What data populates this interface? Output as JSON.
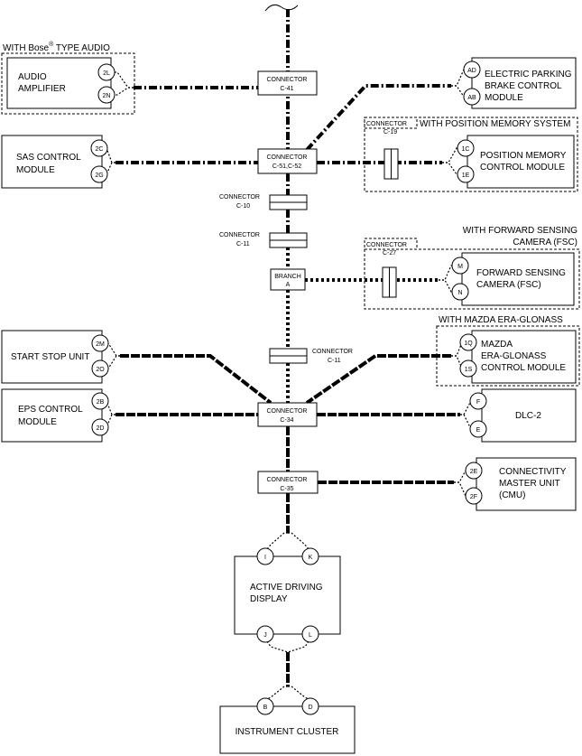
{
  "opts": {
    "bose": "WITH Bose",
    "bose_reg": "®",
    "bose_rest": " TYPE AUDIO",
    "pos_mem": "WITH POSITION MEMORY SYSTEM",
    "fsc1": "WITH FORWARD SENSING",
    "fsc2": "CAMERA (FSC)",
    "era": "WITH MAZDA ERA-GLONASS"
  },
  "modules": {
    "audio": [
      "AUDIO",
      "AMPLIFIER"
    ],
    "epb": [
      "ELECTRIC PARKING",
      "BRAKE CONTROL",
      "MODULE"
    ],
    "sas": [
      "SAS CONTROL",
      "MODULE"
    ],
    "pmem": [
      "POSITION MEMORY",
      "CONTROL MODULE"
    ],
    "fsc": [
      "FORWARD SENSING",
      "CAMERA (FSC)"
    ],
    "ssu": [
      "START STOP UNIT"
    ],
    "era": [
      "MAZDA",
      "ERA-GLONASS",
      "CONTROL MODULE"
    ],
    "eps": [
      "EPS CONTROL",
      "MODULE"
    ],
    "dlc": [
      "DLC-2"
    ],
    "cmu": [
      "CONNECTIVITY",
      "MASTER UNIT",
      "(CMU)"
    ],
    "add": [
      "ACTIVE DRIVING",
      "DISPLAY"
    ],
    "ic": [
      "INSTRUMENT CLUSTER"
    ]
  },
  "pins": {
    "audio": [
      "2L",
      "2N"
    ],
    "epb": [
      "AD",
      "AB"
    ],
    "sas": [
      "2C",
      "2G"
    ],
    "pmem": [
      "1C",
      "1E"
    ],
    "fsc": [
      "M",
      "N"
    ],
    "ssu": [
      "2M",
      "2O"
    ],
    "era": [
      "1Q",
      "1S"
    ],
    "eps": [
      "2B",
      "2D"
    ],
    "dlc": [
      "F",
      "E"
    ],
    "cmu": [
      "2E",
      "2F"
    ],
    "add_top": [
      "I",
      "K"
    ],
    "add_bot": [
      "J",
      "L"
    ],
    "ic": [
      "B",
      "D"
    ]
  },
  "conn": {
    "word": "CONNECTOR",
    "c41": "C-41",
    "c51": "C-51,C-52",
    "c10": "C-10",
    "c11a": "C-11",
    "c11b": "C-11",
    "c19": "C-19",
    "c27": "C-27",
    "c34": "C-34",
    "c35": "C-35",
    "branch": "BRANCH",
    "branch_id": "A"
  }
}
